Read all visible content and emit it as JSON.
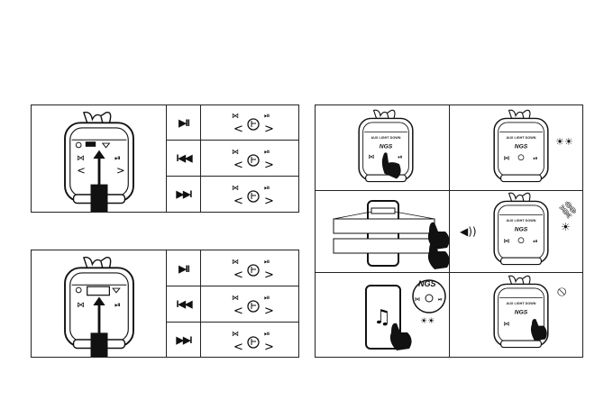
{
  "panel_top_left": {
    "rows": [
      {
        "button_icon": "play-pause-icon",
        "button_glyph": "▶II"
      },
      {
        "button_icon": "previous-icon",
        "button_glyph": "I◀◀"
      },
      {
        "button_icon": "next-icon",
        "button_glyph": "▶▶I"
      }
    ]
  },
  "panel_bottom_left": {
    "rows": [
      {
        "button_icon": "play-pause-icon",
        "button_glyph": "▶II"
      },
      {
        "button_icon": "previous-icon",
        "button_glyph": "I◀◀"
      },
      {
        "button_icon": "next-icon",
        "button_glyph": "▶▶I"
      }
    ]
  },
  "device": {
    "top_label": "AUX  LIGHT  DOWN",
    "logo": "NGS"
  },
  "icons": {
    "light_blink": "light-blink-icon",
    "link": "link-icon",
    "unlink": "unlink-icon",
    "speaker_sound": "speaker-sound-icon",
    "music_note": "music-note-icon",
    "finger_tap": "finger-tap-icon"
  },
  "colors": {
    "line": "#222222",
    "fill_dark": "#111111",
    "background": "#ffffff"
  }
}
